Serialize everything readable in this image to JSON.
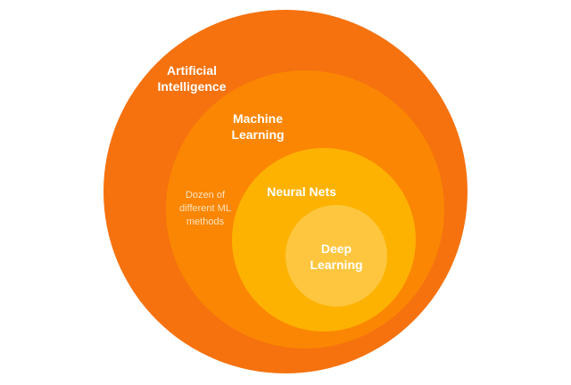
{
  "diagram": {
    "layers": [
      {
        "id": "ai",
        "label": "Artificial\nIntelligence",
        "color": "#f5720f"
      },
      {
        "id": "ml",
        "label": "Machine\nLearning",
        "color": "#fb8603"
      },
      {
        "id": "nn",
        "label": "Neural Nets",
        "color": "#fdb202"
      },
      {
        "id": "dl",
        "label": "Deep\nLearning",
        "color": "#fec63e"
      }
    ],
    "note": "Dozen of\ndifferent ML\nmethods"
  }
}
